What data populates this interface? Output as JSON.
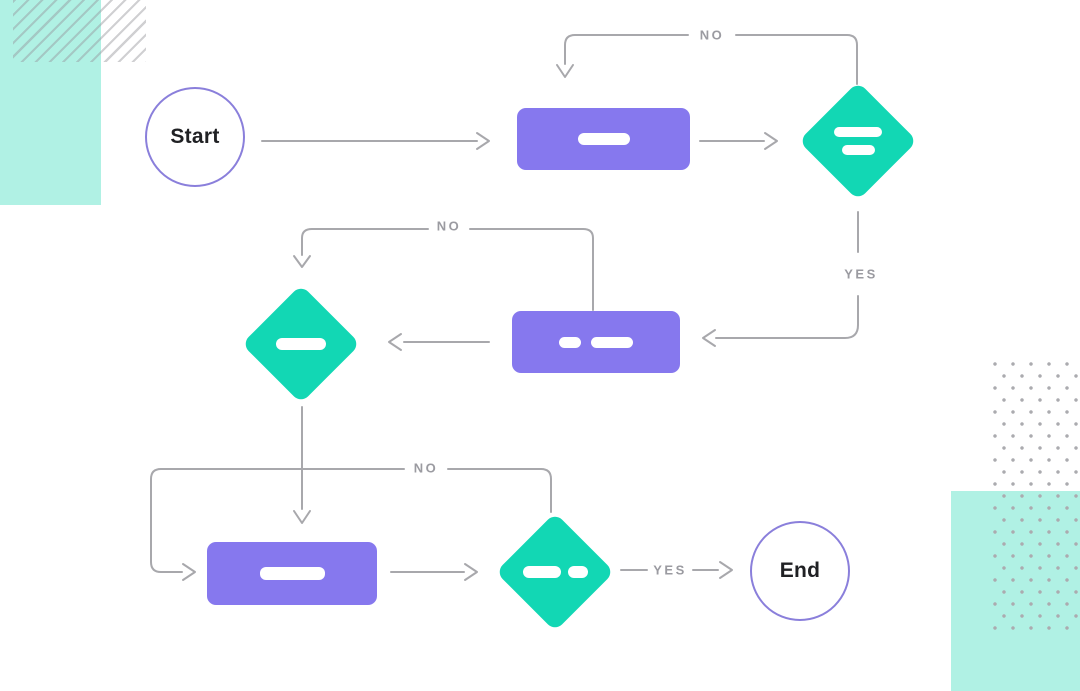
{
  "flowchart": {
    "start": {
      "label": "Start"
    },
    "end": {
      "label": "End"
    },
    "edge_labels": {
      "no_top": "NO",
      "yes_right": "YES",
      "no_middle": "NO",
      "no_bottom": "NO",
      "yes_bottom": "YES"
    },
    "colors": {
      "process-fill": "#8678ee",
      "decision-fill": "#12d7b4",
      "terminal-border": "#8a7fdb",
      "terminal-text": "#202124",
      "connector": "#a8a8ac",
      "edge-label": "#9b9ba1",
      "accent-square": "#b0f1e4",
      "hatch-stripe": "#d8d8d8",
      "dot": "#ababaf"
    }
  }
}
